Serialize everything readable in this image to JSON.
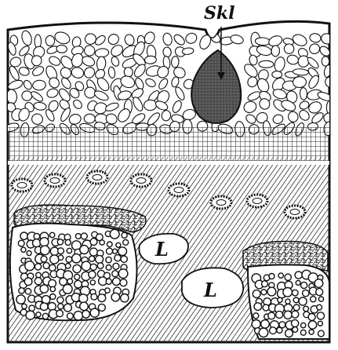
{
  "labels": {
    "skl": "Skl",
    "lumen_1": "L",
    "lumen_2": "L"
  },
  "colors": {
    "ink": "#111111",
    "paper": "#ffffff",
    "gland_fill": "#4a4a4a",
    "hatch": "#3a3a3a"
  }
}
